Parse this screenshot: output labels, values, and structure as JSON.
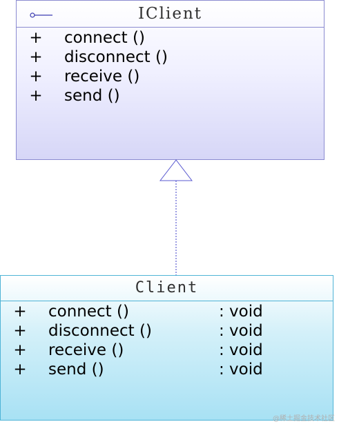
{
  "interface_class": {
    "name": "IClient",
    "icon": "interface-lollipop-icon",
    "methods": [
      {
        "visibility": "+",
        "name": "connect ()"
      },
      {
        "visibility": "+",
        "name": "disconnect ()"
      },
      {
        "visibility": "+",
        "name": "receive ()"
      },
      {
        "visibility": "+",
        "name": "send ()"
      }
    ]
  },
  "implementing_class": {
    "name": "Client",
    "methods": [
      {
        "visibility": "+",
        "name": "connect ()",
        "return_type": ": void"
      },
      {
        "visibility": "+",
        "name": "disconnect ()",
        "return_type": ": void"
      },
      {
        "visibility": "+",
        "name": "receive ()",
        "return_type": ": void"
      },
      {
        "visibility": "+",
        "name": "send ()",
        "return_type": ": void"
      }
    ]
  },
  "relationship": {
    "type": "realization",
    "from": "Client",
    "to": "IClient"
  },
  "watermark": "@稀土掘金技术社区",
  "colors": {
    "interface_border": "#8a8ad0",
    "class_border": "#4eb3d6",
    "connector": "#5a5ad0"
  }
}
